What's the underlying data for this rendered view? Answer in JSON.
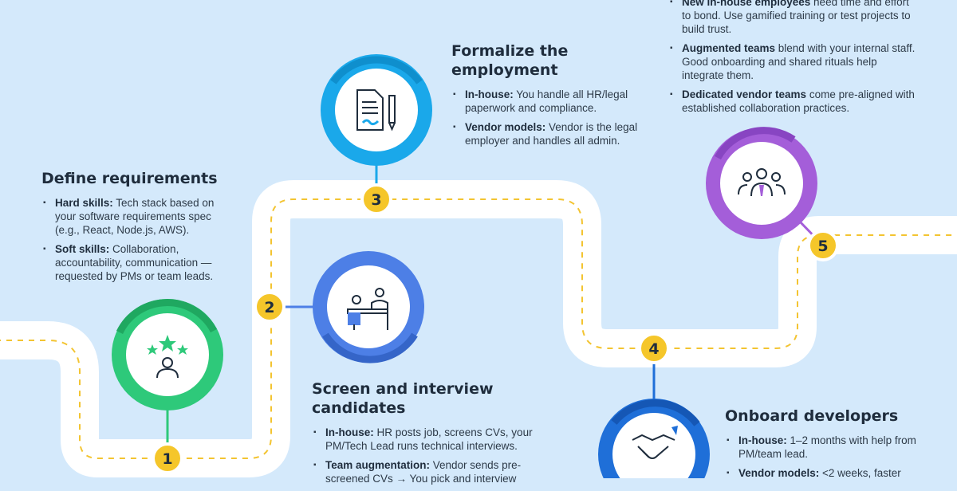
{
  "steps": [
    {
      "number": "1",
      "title": "Define requirements",
      "bullets": [
        {
          "label": "Hard skills:",
          "text": " Tech stack based on your software requirements spec (e.g., React, Node.js, AWS)."
        },
        {
          "label": "Soft skills:",
          "text": " Collaboration, accountability, communication — requested by PMs or team leads."
        }
      ]
    },
    {
      "number": "2",
      "title": "Screen and interview candidates",
      "bullets": [
        {
          "label": "In-house:",
          "text": " HR posts job, screens CVs, your PM/Tech Lead runs technical interviews."
        },
        {
          "label": "Team augmentation:",
          "text": " Vendor sends pre-screened CVs → You pick and interview"
        }
      ]
    },
    {
      "number": "3",
      "title": "Formalize the employment",
      "bullets": [
        {
          "label": "In-house:",
          "text": " You handle all HR/legal paperwork and compliance."
        },
        {
          "label": "Vendor models:",
          "text": " Vendor is the legal employer and handles all admin."
        }
      ]
    },
    {
      "number": "4",
      "title": "Onboard developers",
      "bullets": [
        {
          "label": "In-house:",
          "text": " 1–2 months with help from PM/team lead."
        },
        {
          "label": "Vendor models:",
          "text": " <2 weeks, faster"
        }
      ]
    },
    {
      "number": "5",
      "title": "",
      "bullets": [
        {
          "label": "New in-house employees",
          "text": " need time and effort to bond. Use gamified training or test projects to build trust."
        },
        {
          "label": "Augmented teams",
          "text": " blend with your internal staff. Good onboarding and shared rituals help integrate them."
        },
        {
          "label": "Dedicated vendor teams",
          "text": " come pre-aligned with established collaboration practices."
        }
      ]
    }
  ],
  "icons": {
    "step1": "star-candidate-icon",
    "step2": "interview-icon",
    "step3": "contract-document-icon",
    "step4": "handshake-icon",
    "step5": "team-icon"
  },
  "colors": {
    "background": "#d4e9fb",
    "road": "#ffffff",
    "road_dash": "#f3c431",
    "marker": "#f5c62a",
    "step1_green": "#2ec97a",
    "step2_blue": "#4d7fe6",
    "step3_cyan": "#1aa8ea",
    "step4_blue": "#1f6fd8",
    "step5_purple": "#a45ed9"
  }
}
